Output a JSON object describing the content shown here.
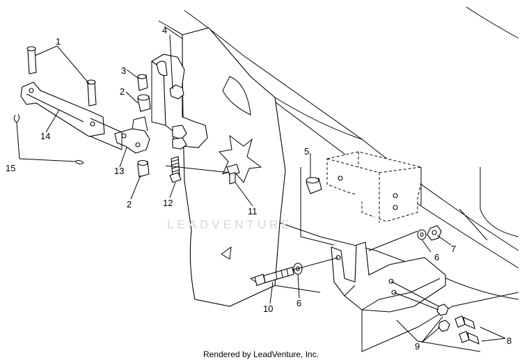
{
  "callouts": [
    {
      "id": "c1",
      "text": "1"
    },
    {
      "id": "c2a",
      "text": "2"
    },
    {
      "id": "c2b",
      "text": "2"
    },
    {
      "id": "c3",
      "text": "3"
    },
    {
      "id": "c4",
      "text": "4"
    },
    {
      "id": "c5",
      "text": "5"
    },
    {
      "id": "c6a",
      "text": "6"
    },
    {
      "id": "c6b",
      "text": "6"
    },
    {
      "id": "c7",
      "text": "7"
    },
    {
      "id": "c8",
      "text": "8"
    },
    {
      "id": "c9",
      "text": "9"
    },
    {
      "id": "c10",
      "text": "10"
    },
    {
      "id": "c11",
      "text": "11"
    },
    {
      "id": "c12",
      "text": "12"
    },
    {
      "id": "c13",
      "text": "13"
    },
    {
      "id": "c14",
      "text": "14"
    },
    {
      "id": "c15",
      "text": "15"
    }
  ],
  "watermark": "LEADVENTURE",
  "credit": "Rendered by LeadVenture, Inc."
}
